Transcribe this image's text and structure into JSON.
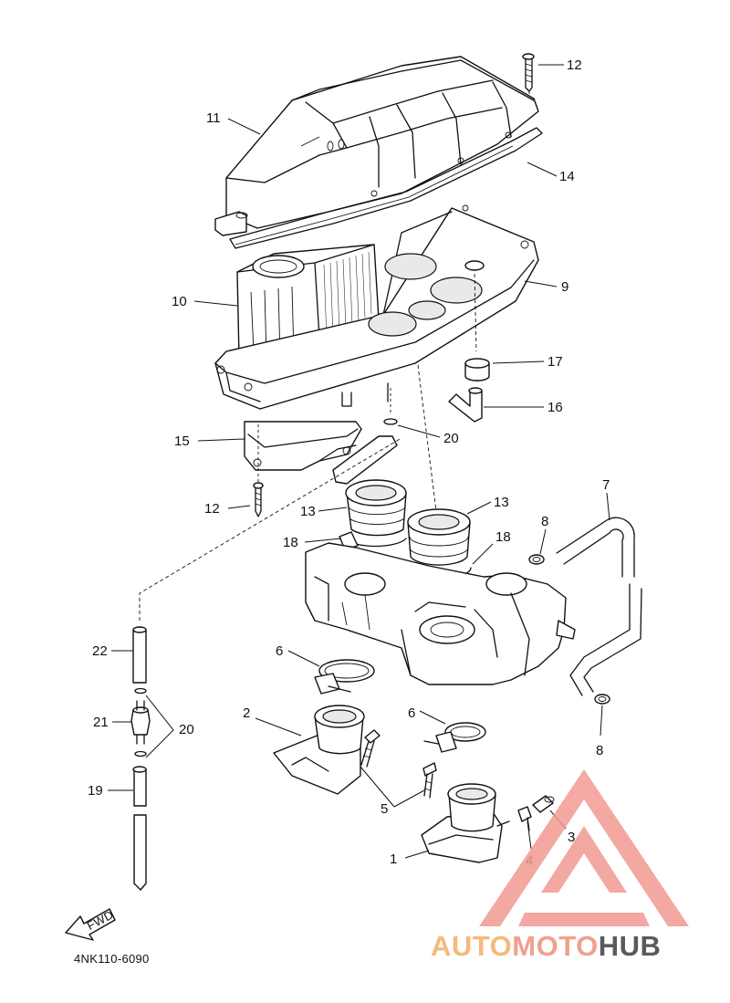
{
  "diagram": {
    "code": "4NK110-6090",
    "fwd_label": "FWD",
    "callouts": [
      {
        "id": "c-12-top",
        "label": "12"
      },
      {
        "id": "c-11",
        "label": "11"
      },
      {
        "id": "c-14",
        "label": "14"
      },
      {
        "id": "c-10",
        "label": "10"
      },
      {
        "id": "c-9",
        "label": "9"
      },
      {
        "id": "c-17",
        "label": "17"
      },
      {
        "id": "c-16",
        "label": "16"
      },
      {
        "id": "c-15",
        "label": "15"
      },
      {
        "id": "c-20-mid",
        "label": "20"
      },
      {
        "id": "c-12-bot",
        "label": "12"
      },
      {
        "id": "c-13-left",
        "label": "13"
      },
      {
        "id": "c-13-right",
        "label": "13"
      },
      {
        "id": "c-7",
        "label": "7"
      },
      {
        "id": "c-18-left",
        "label": "18"
      },
      {
        "id": "c-18-right",
        "label": "18"
      },
      {
        "id": "c-8-top",
        "label": "8"
      },
      {
        "id": "c-22",
        "label": "22"
      },
      {
        "id": "c-6-left",
        "label": "6"
      },
      {
        "id": "c-2",
        "label": "2"
      },
      {
        "id": "c-21",
        "label": "21"
      },
      {
        "id": "c-20-left",
        "label": "20"
      },
      {
        "id": "c-6-mid",
        "label": "6"
      },
      {
        "id": "c-8-bot",
        "label": "8"
      },
      {
        "id": "c-19",
        "label": "19"
      },
      {
        "id": "c-5",
        "label": "5"
      },
      {
        "id": "c-3",
        "label": "3"
      },
      {
        "id": "c-1",
        "label": "1"
      },
      {
        "id": "c-4",
        "label": "4"
      }
    ]
  },
  "watermark": {
    "part1": "AUTO",
    "part2": "MOTO",
    "part3": "HUB",
    "color_auto": "#f5b97a",
    "color_moto": "#f0a08f",
    "color_hub": "#5a5a5a",
    "color_triangle": "#f29a92"
  }
}
